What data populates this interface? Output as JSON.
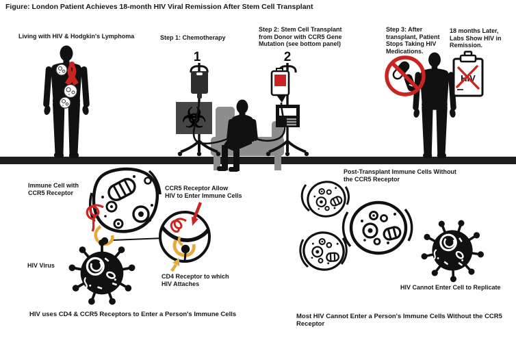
{
  "title": "Figure: London Patient Achieves 18-month HIV Viral Remission After Stem Cell Transplant",
  "colors": {
    "red": "#c9241f",
    "yellow": "#e5a93c",
    "ink": "#111111",
    "chair_gray": "#8d8d8d",
    "sign_gray": "#454545",
    "divider": "#1e1e1e"
  },
  "icons": {
    "biohazard": "☣",
    "awareness_ribbon": "red-ribbon",
    "no_pills": "prohibition-over-capsules",
    "clipboard": "lab-report-clipboard"
  },
  "top_panel": {
    "patient_label": "Living with HIV & Hodgkin's Lymphoma",
    "step1_label": "Step 1: Chemotherapy",
    "step1_number": "1",
    "step2_label": "Step 2: Stem Cell Transplant\nfrom Donor with CCR5 Gene\nMutation (see bottom panel)",
    "step2_number": "2",
    "step3_label": "Step 3: After\ntransplant, Patient\nStops Taking HIV\nMedications.",
    "outcome_label": "18 months Later,\nLabs Show HIV in\nRemission.",
    "clipboard_text": "HIV"
  },
  "bottom_left_panel": {
    "immune_cell_label": "Immune Cell with\nCCR5 Receptor",
    "ccr5_label": "CCR5 Receptor Allow\nHIV to Enter Immune Cells",
    "hiv_virus_label": "HIV Virus",
    "cd4_label": "CD4 Receptor to which\nHIV Attaches",
    "caption": "HIV uses CD4 & CCR5 Receptors to Enter a Person's Immune Cells"
  },
  "bottom_right_panel": {
    "cells_label": "Post-Transplant Immune Cells Without\nthe CCR5 Receptor",
    "hiv_label": "HIV Cannot Enter Cell to Replicate",
    "caption": "Most HIV Cannot Enter a Person's Immune Cells Without the CCR5 Receptor"
  }
}
